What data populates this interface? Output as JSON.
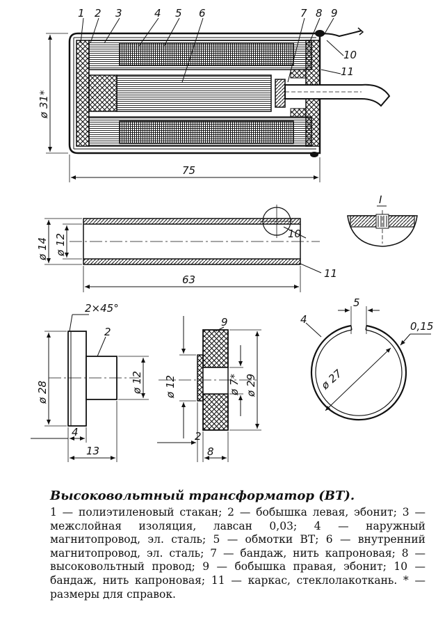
{
  "labels": {
    "n1": "1",
    "n2": "2",
    "n3": "3",
    "n4": "4",
    "n5": "5",
    "n6": "6",
    "n7": "7",
    "n8": "8",
    "n9": "9",
    "n10": "10",
    "n11": "11",
    "detail_i": "I"
  },
  "dimensions": {
    "d31": "ø 31*",
    "l75": "75",
    "d14": "ø 14",
    "d12": "ø 12",
    "l63": "63",
    "chamfer": "2×45°",
    "d28": "ø 28",
    "w4": "4",
    "w13": "13",
    "d12b": "ø 12",
    "d12c": "ø 12",
    "d7": "ø 7*",
    "d29": "ø 29",
    "w2": "2",
    "w8": "8",
    "w5": "5",
    "t015": "0,15",
    "d27": "ø 27"
  },
  "caption": {
    "title": "Высоковольтный трансформатор (ВТ).",
    "body": "1 — полиэтиленовый стакан; 2 — бобышка левая, эбонит; 3 — межслойная изоляция, лавсан 0,03; 4 — наружный магнитопровод, эл. сталь; 5 — обмотки ВТ; 6 — внутренний магнитопровод, эл. сталь; 7 — бандаж, нить капроновая; 8 — высоковольтный провод; 9 — бобышка правая, эбонит; 10 — бандаж, нить капроновая; 11 — каркас, стеклолакоткань. * — размеры для справок."
  }
}
